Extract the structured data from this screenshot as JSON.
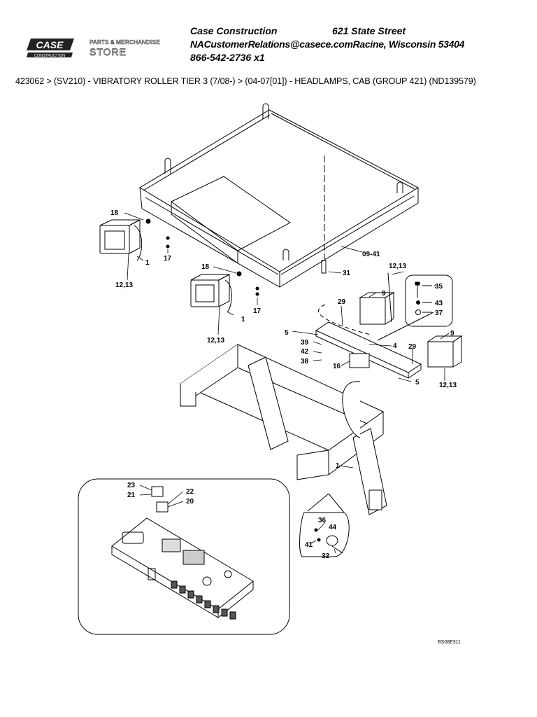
{
  "header": {
    "company": "Case Construction",
    "street": "621 State Street",
    "email_city": "NACustomerRelations@casece.comRacine, Wisconsin 53404",
    "phone": "866-542-2736 x1"
  },
  "logo": {
    "wordmark": "CASE",
    "sub": "CONSTRUCTION",
    "store_line1": "PARTS & MERCHANDISE",
    "store_line2": "STORE"
  },
  "breadcrumb": "423062 > (SV210) - VIBRATORY ROLLER TIER 3 (7/08-) > (04-07[01]) - HEADLAMPS, CAB (GROUP 421) (ND139579)",
  "diagram": {
    "labels": {
      "l18a": "18",
      "l1a": "1",
      "l1213a": "12,13",
      "l17a": "17",
      "l18b": "18",
      "l17b": "17",
      "l1b": "1",
      "l1213b": "12,13",
      "l0941": "09-41",
      "l31": "31",
      "l1213c": "12,13",
      "l35": "35",
      "l43": "43",
      "l37": "37",
      "l9a": "9",
      "l29a": "29",
      "l5a": "5",
      "l39": "39",
      "l42": "42",
      "l38": "38",
      "l4": "4",
      "l16": "16",
      "l5b": "5",
      "l29b": "29",
      "l9b": "9",
      "l1213d": "12,13",
      "l1c": "1",
      "l23": "23",
      "l21": "21",
      "l22": "22",
      "l20": "20",
      "l36": "36",
      "l44": "44",
      "l41": "41",
      "l32": "32"
    },
    "reference_code": "BS08E311"
  }
}
